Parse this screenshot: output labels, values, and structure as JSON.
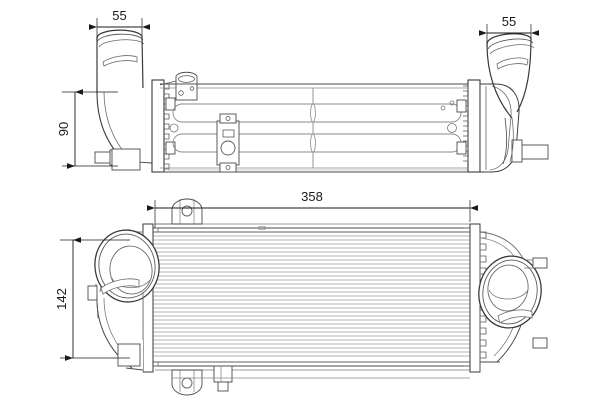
{
  "drawing": {
    "type": "technical-drawing",
    "subject": "intercooler-charge-air-cooler",
    "background_color": "#ffffff",
    "line_color": "#3a3a3a",
    "dim_color": "#1a1a1a",
    "fin_color": "#9a9a9a",
    "views": [
      {
        "id": "top-view",
        "label": ""
      },
      {
        "id": "front-view",
        "label": ""
      }
    ]
  },
  "dimensions": {
    "top_left_width": "55",
    "top_right_width": "55",
    "top_height": "90",
    "front_length": "358",
    "front_height": "142"
  }
}
